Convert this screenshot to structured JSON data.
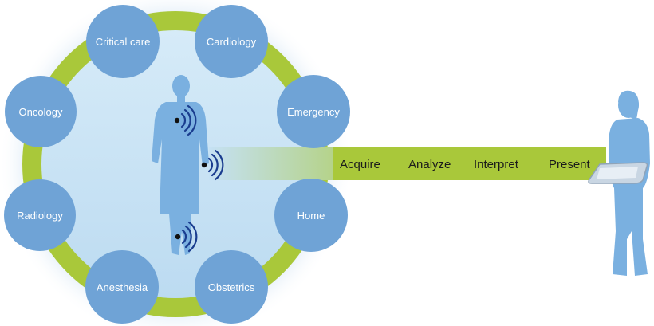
{
  "ring": {
    "nodes": [
      {
        "id": "critical-care",
        "label": "Critical care"
      },
      {
        "id": "cardiology",
        "label": "Cardiology"
      },
      {
        "id": "oncology",
        "label": "Oncology"
      },
      {
        "id": "emergency",
        "label": "Emergency"
      },
      {
        "id": "radiology",
        "label": "Radiology"
      },
      {
        "id": "home",
        "label": "Home"
      },
      {
        "id": "anesthesia",
        "label": "Anesthesia"
      },
      {
        "id": "obstetrics",
        "label": "Obstetrics"
      }
    ]
  },
  "pipeline": {
    "stages": [
      "Acquire",
      "Analyze",
      "Interpret",
      "Present"
    ]
  },
  "colors": {
    "node_fill": "#6fa3d6",
    "ring_green": "#a9c83a",
    "inner_fill": "#c5e1f4",
    "figure_fill": "#7ab0e0",
    "halo": "#cfe2f3",
    "text_dark": "#1b1b1b",
    "wave": "#1a3d8f"
  }
}
